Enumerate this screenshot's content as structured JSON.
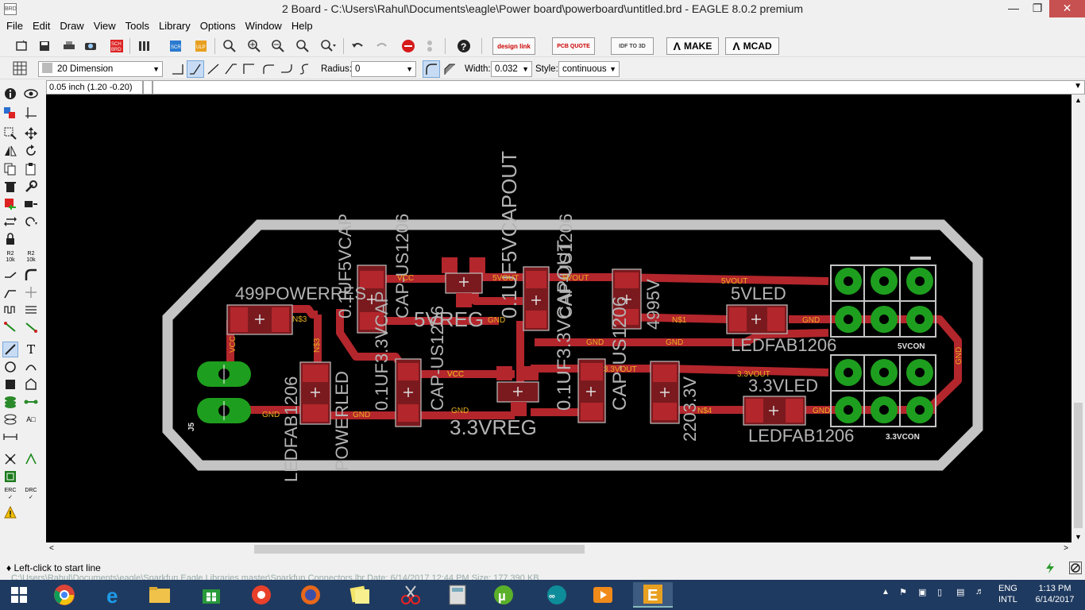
{
  "window": {
    "title": "2 Board - C:\\Users\\Rahul\\Documents\\eagle\\Power board\\powerboard\\untitled.brd - EAGLE 8.0.2 premium"
  },
  "menu": [
    "File",
    "Edit",
    "Draw",
    "View",
    "Tools",
    "Library",
    "Options",
    "Window",
    "Help"
  ],
  "toolbar": {
    "design_link": "design link",
    "pcb_quote": "PCB QUOTE",
    "idf": "IDF TO 3D",
    "make": "MAKE",
    "mcad": "MCAD"
  },
  "params": {
    "layer": "20 Dimension",
    "radius_label": "Radius:",
    "radius_value": "0",
    "width_label": "Width:",
    "width_value": "0.032",
    "style_label": "Style:",
    "style_value": "continuous"
  },
  "coordinates": "0.05 inch (1.20 -0.20)",
  "status": "Left-click to start line",
  "ghost_status": "C:\\Users\\Rahul\\Documents\\eagle\\Sparkfun Eagle Libraries master\\Sparkfun Connectors.lbr   Date: 6/14/2017  12:44 PM   Size: 177,390 KB",
  "board": {
    "parts": {
      "p499": "499POWERRES",
      "c01_5v": "0.1UF5VCAP",
      "cap1": "CAP-US1206",
      "c01_3v": "0.1UF3.3VCAP",
      "cap2": "CAP-US1206",
      "vreg5": "5VREG",
      "c01_5vout": "0.1UF5VCAPOUT",
      "c01_3vout": "0.1UF3.3VCAPOUT",
      "cap3": "CAP-US1206",
      "cap4": "CAP-US1206",
      "r4995": "4995V",
      "led5v": "5VLED",
      "ledfab1": "LEDFAB1206",
      "vreg33": "3.3VREG",
      "r2203": "2203.3V",
      "led33": "3.3VLED",
      "ledfab2": "LEDFAB1206",
      "ledfab3": "LEDFAB1206",
      "powerled": "POWERLED",
      "j5": "J5",
      "con5v": "5VCON",
      "con33": "3.3VCON"
    },
    "nets": {
      "vcc": "VCC",
      "gnd": "GND",
      "v5out": "5VOUT",
      "v33out": "3.3VOUT",
      "n1": "N$1",
      "n3": "N$3",
      "n4": "N$4"
    }
  },
  "taskbar": {
    "lang1": "ENG",
    "lang2": "INTL",
    "time": "1:13 PM",
    "date": "6/14/2017"
  },
  "colors": {
    "board_outline": "#c4c4c4",
    "trace": "#b3262c",
    "pad": "#1e9e1e",
    "label": "#b4b4b4",
    "net_label": "#e8b020",
    "canvas_bg": "#000000"
  }
}
